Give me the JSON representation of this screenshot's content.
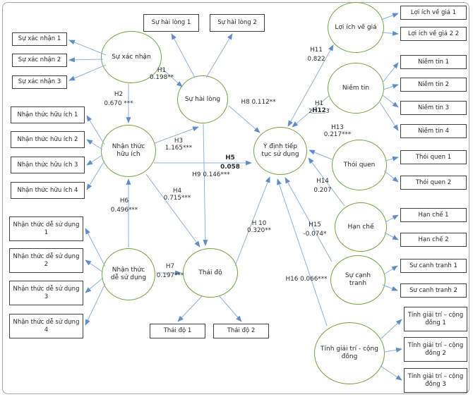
{
  "latents": {
    "confirmation": "Sự xác nhận",
    "satisfaction": "Sự hài lòng",
    "usefulness": "Nhận thức hữu ích",
    "ease_of_use": "Nhận thức dễ sử dụng",
    "attitude": "Thái độ",
    "continuance": "Ý định tiếp tục sử dụng",
    "price_benefit": "Lợi ích về giá",
    "trust": "Niềm tin",
    "habit": "Thói quen",
    "limitation": "Hạn chế",
    "competition": "Sự cạnh tranh",
    "entertainment": "Tính giải trí - cộng đồng"
  },
  "indicators": {
    "confirmation": [
      "Sự xác nhận 1",
      "Sự xác nhận 2",
      "Sự xác nhận 3"
    ],
    "satisfaction": [
      "Sự hài lòng 1",
      "Sự hài lòng 2"
    ],
    "usefulness": [
      "Nhận thức hữu ích 1",
      "Nhận thức hữu ích 2",
      "Nhận thức hữu ích 3",
      "Nhận thức hữu ích 4"
    ],
    "ease_of_use": [
      "Nhận thức dễ sử dụng 1",
      "Nhận thức dễ sử dụng 2",
      "Nhận thức dễ sử dụng 3",
      "Nhận thức dễ sử dụng 4"
    ],
    "attitude": [
      "Thái độ 1",
      "Thái độ 2"
    ],
    "price_benefit": [
      "Lợi ích về giá 1",
      "Lợi ích về giá 2 2"
    ],
    "trust": [
      "Niềm tin 1",
      "Niềm tin 2",
      "Niềm tin 3",
      "Niềm tin 4"
    ],
    "habit": [
      "Thói quen 1",
      "Thói quen 2"
    ],
    "limitation": [
      "Hạn chế 1",
      "Hạn chế 2"
    ],
    "competition": [
      "Sư canh tranh 1",
      "Sư canh tranh 2"
    ],
    "entertainment": [
      "Tính giải trí – cộng đồng 1",
      "Tính giải trí – cộng đồng 2",
      "Tính giải trí – cộng đồng 3"
    ]
  },
  "paths": {
    "h1": {
      "label": "H1",
      "value": "0.198**"
    },
    "h2": {
      "label": "H2",
      "value": "0.670 ***"
    },
    "h3": {
      "label": "H3",
      "value": "1.165***"
    },
    "h4": {
      "label": "H4",
      "value": "0.715***"
    },
    "h5": {
      "label": "H5",
      "value": "0.058"
    },
    "h6": {
      "label": "H6",
      "value": "0.496***"
    },
    "h7": {
      "label": "H7",
      "value": "0.197***"
    },
    "h8": {
      "text": "H8 0.112**"
    },
    "h9": {
      "text": "H9 0.146***"
    },
    "h10": {
      "label": "H 10",
      "value": "0.320**"
    },
    "h11": {
      "label": "H11",
      "value": "0.822"
    },
    "h12": {
      "line1": "H1",
      "prefix": "2",
      "label": "H12",
      "suffix": "3"
    },
    "h13": {
      "label": "H13",
      "value": "0.217***"
    },
    "h14": {
      "label": "H14",
      "value": "0.207"
    },
    "h15": {
      "label": "H15",
      "value": "-0.074*"
    },
    "h16": {
      "text": "H16 0.066***"
    }
  },
  "colors": {
    "ellipse_stroke": "#74a33f",
    "arrow_line": "#8fb0d9",
    "arrow_head": "#5e8ec9",
    "rect_border": "#404040"
  }
}
